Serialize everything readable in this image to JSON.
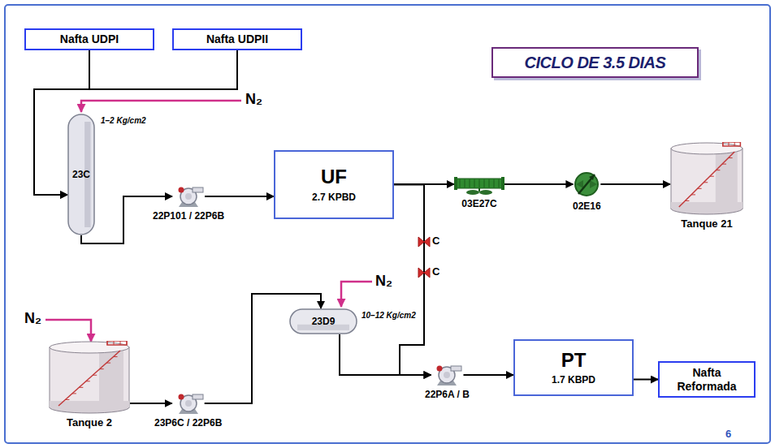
{
  "diagram": {
    "title": "CICLO DE 3.5 DIAS",
    "nodes": [
      {
        "text": [
          "Nafta UDPI"
        ]
      },
      {
        "text": [
          "Nafta UDPII"
        ]
      },
      {
        "text": [
          "23C"
        ]
      },
      {
        "text": [
          "22P101 / 22P6B"
        ]
      },
      {
        "text": [
          "UF",
          "2.7 KPBD"
        ]
      },
      {
        "text": [
          "03E27C"
        ]
      },
      {
        "text": [
          "02E16"
        ]
      },
      {
        "text": [
          "Tanque 21"
        ]
      },
      {
        "text": [
          "Tanque 2"
        ]
      },
      {
        "text": [
          "23P6C / 22P6B"
        ]
      },
      {
        "text": [
          "23D9"
        ]
      },
      {
        "text": [
          "22P6A / B"
        ]
      },
      {
        "text": [
          "PT",
          "1.7 KBPD"
        ]
      },
      {
        "text": [
          "Nafta Reformada"
        ]
      }
    ],
    "edges": [
      {
        "from": 0,
        "to": 2,
        "arrow": "to"
      },
      {
        "from": 1,
        "to": 2,
        "arrow": "to"
      },
      {
        "from": 2,
        "to": 3,
        "arrow": "to"
      },
      {
        "from": 3,
        "to": 4,
        "arrow": "to"
      },
      {
        "from": 4,
        "to": 5,
        "arrow": "to"
      },
      {
        "from": 5,
        "to": 6,
        "arrow": "to"
      },
      {
        "from": 6,
        "to": 7,
        "arrow": "to"
      },
      {
        "from": 4,
        "to": 11,
        "arrow": "to"
      },
      {
        "from": 8,
        "to": 9,
        "arrow": "to"
      },
      {
        "from": 9,
        "to": 10,
        "arrow": "to"
      },
      {
        "from": 10,
        "to": 11,
        "arrow": "to"
      },
      {
        "from": 11,
        "to": 12,
        "arrow": "to"
      },
      {
        "from": 12,
        "to": 13,
        "arrow": "to"
      }
    ],
    "labels": [
      "N₂",
      "1–2 Kg/cm2",
      "C",
      "C",
      "N₂",
      "10–12 Kg/cm2",
      "N₂",
      "6"
    ]
  }
}
